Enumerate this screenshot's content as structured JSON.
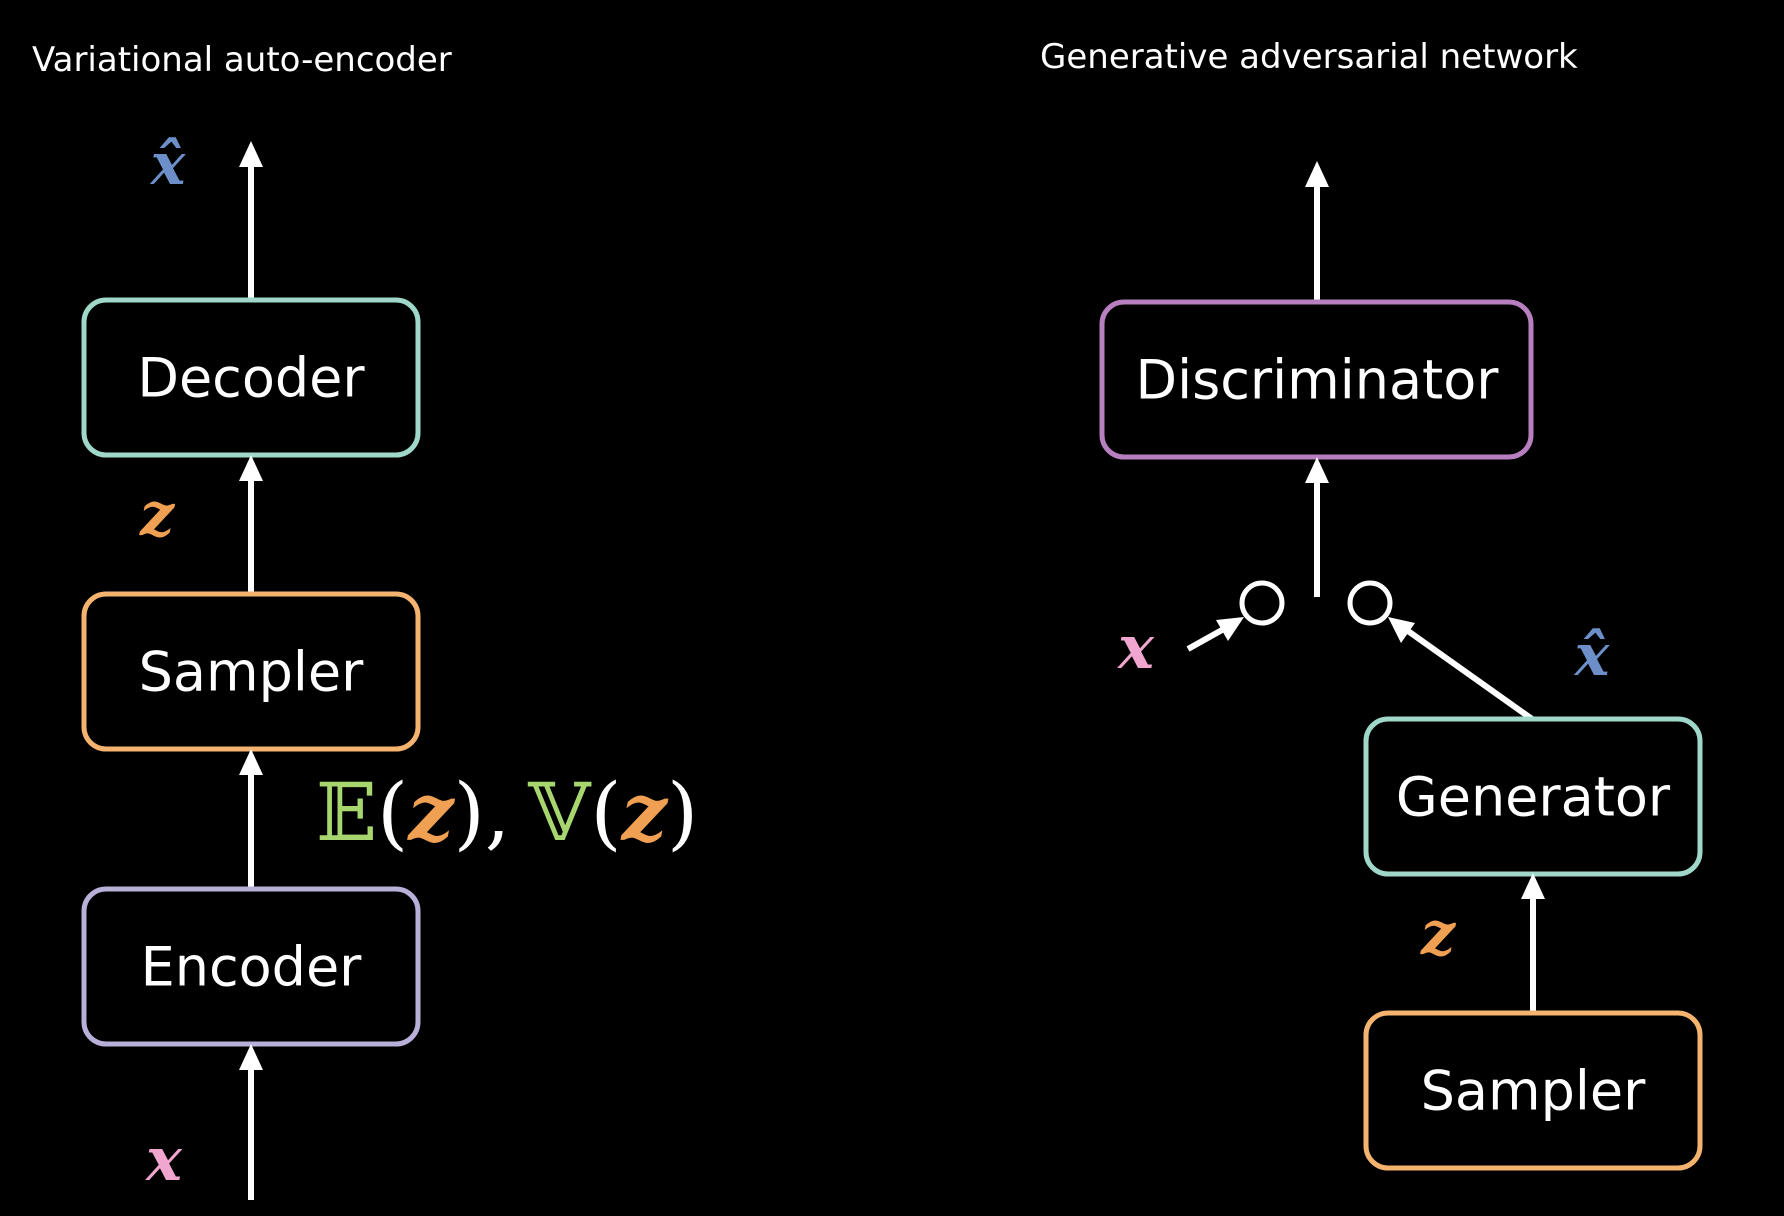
{
  "vae": {
    "title": "Variational auto-encoder",
    "decoder_label": "Decoder",
    "sampler_label": "Sampler",
    "encoder_label": "Encoder",
    "x_hat": "x̂",
    "z": "z",
    "x": "x",
    "expectation_symbol": "𝔼",
    "variance_symbol": "𝕍",
    "open_paren": "(",
    "close_paren": ")",
    "comma": ",",
    "z_in_expectation": "z",
    "z_in_variance": "z"
  },
  "gan": {
    "title": "Generative adversarial network",
    "discriminator_label": "Discriminator",
    "generator_label": "Generator",
    "sampler_label": "Sampler",
    "x": "x",
    "x_hat": "x̂",
    "z": "z"
  },
  "colors": {
    "background": "#000000",
    "decoder": "#9fd8c8",
    "generator": "#9fd8c8",
    "sampler": "#f4b36e",
    "encoder": "#b8b0d8",
    "discriminator": "#b77fbf",
    "x": "#f0a6cf",
    "x_hat": "#6d8fc9",
    "z": "#f0a052",
    "expectation_variance": "#a8d66e"
  }
}
